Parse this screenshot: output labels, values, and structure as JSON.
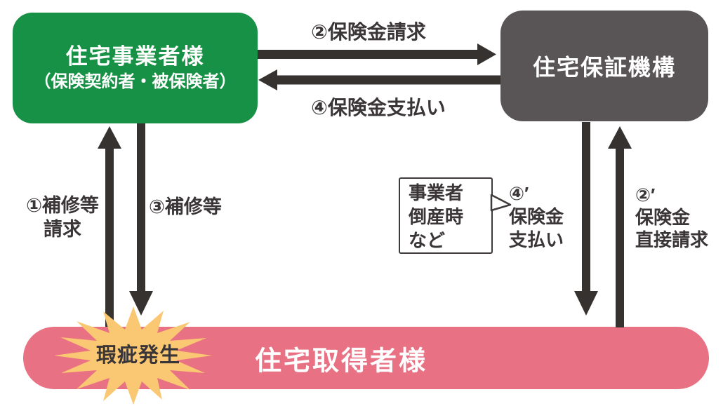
{
  "boxes": {
    "builder": {
      "title": "住宅事業者様",
      "subtitle": "（保険契約者・被保険者）"
    },
    "guarantor": {
      "title": "住宅保証機構"
    },
    "homeowner": {
      "title": "住宅取得者様"
    },
    "defect_burst": {
      "label": "瑕疵発生"
    },
    "callout": {
      "lines": [
        "事業者",
        "倒産時",
        "など"
      ]
    }
  },
  "arrow_labels": {
    "claim": "②保険金請求",
    "payment": "④保険金支払い",
    "repair_request": [
      "①補修等",
      "請求"
    ],
    "repair": "③補修等",
    "direct_payment": [
      "④′",
      "保険金",
      "支払い"
    ],
    "direct_claim": [
      "②′",
      "保険金",
      "直接請求"
    ]
  },
  "colors": {
    "builder_green": "#179145",
    "guarantor_gray": "#595556",
    "homeowner_pink": "#e97184",
    "burst_yellow": "#fac873",
    "arrow_dark": "#363230",
    "text_dark": "#3a3536"
  }
}
